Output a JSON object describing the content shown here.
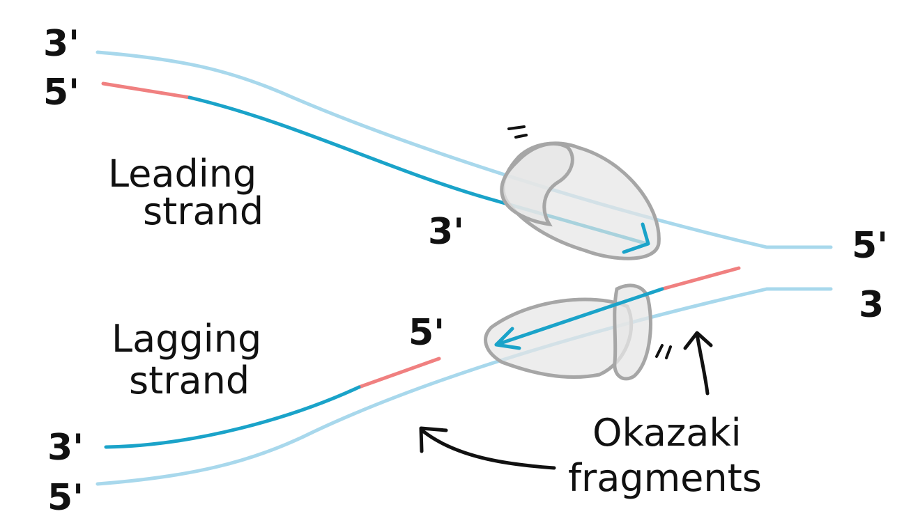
{
  "colors": {
    "template_strand": "#a8d8ec",
    "new_strand": "#1aa3c9",
    "primer": "#f08080",
    "enzyme_fill": "#e6e6e6",
    "enzyme_outline": "#a6a6a6",
    "ink": "#111111"
  },
  "labels": {
    "top_left_3": "3'",
    "top_left_5": "5'",
    "leading_line1": "Leading",
    "leading_line2": "strand",
    "leading_3": "3'",
    "right_5": "5'",
    "right_3": "3",
    "lagging_line1": "Lagging",
    "lagging_line2": "strand",
    "lagging_5": "5'",
    "bottom_left_3": "3'",
    "bottom_left_5": "5'",
    "okazaki_line1": "Okazaki",
    "okazaki_line2": "fragments"
  }
}
